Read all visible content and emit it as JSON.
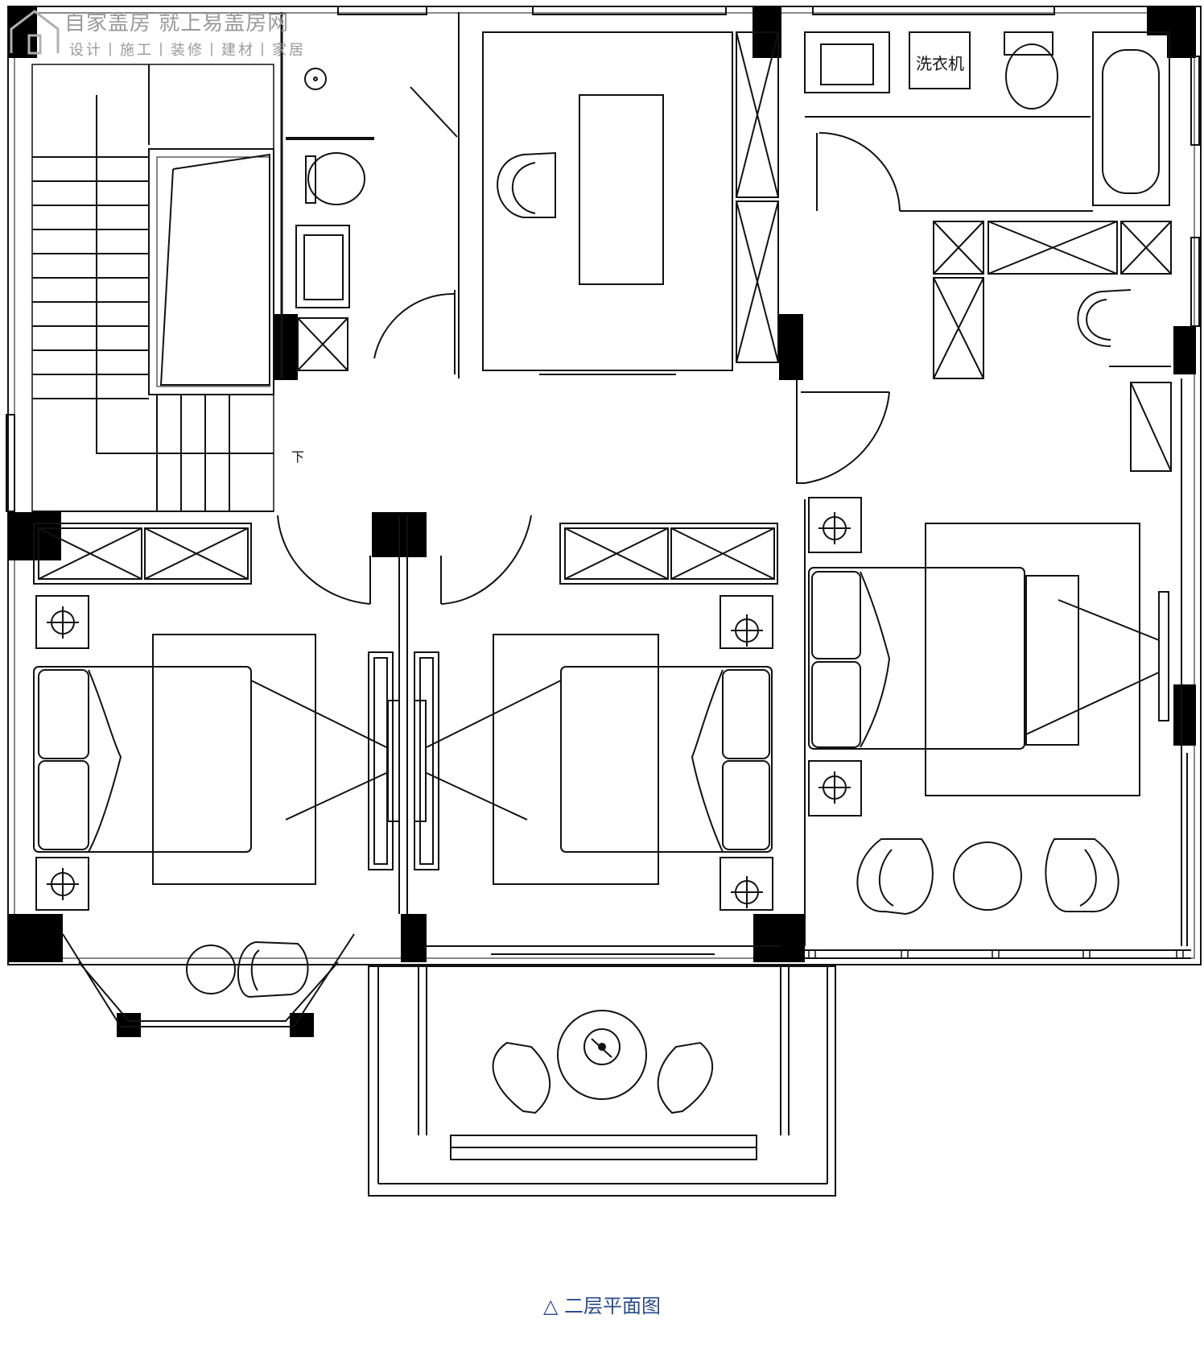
{
  "logo": {
    "title": "自家盖房 就上易盖房网",
    "subtitle": "设计丨施工丨装修丨建材丨家居"
  },
  "labels": {
    "washing_machine": "洗衣机",
    "stairs_down": "下"
  },
  "caption": "△ 二层平面图",
  "colors": {
    "line": "#111111",
    "wall_fill": "#000000",
    "caption": "#2b4a8a",
    "logo": "#9a9a9a"
  }
}
